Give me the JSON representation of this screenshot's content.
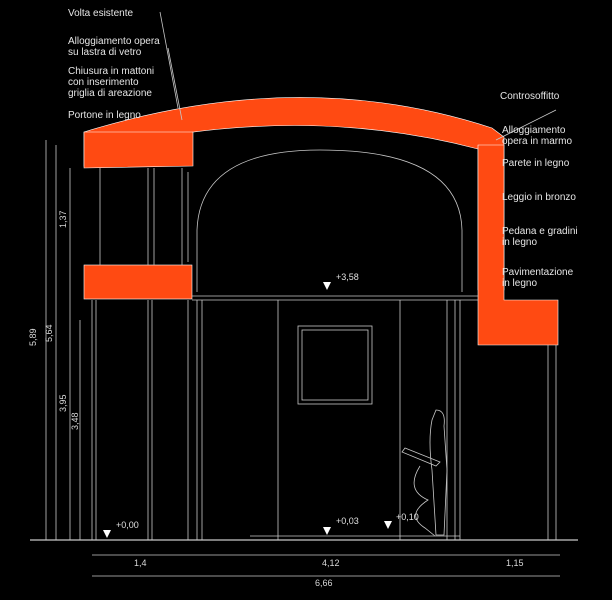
{
  "colors": {
    "background": "#000000",
    "section_fill": "#ff4a12",
    "lines": "#c8c8c8",
    "text": "#e6e6e6"
  },
  "labels_left": {
    "volta": "Volta esistente",
    "alloggiamento_vetro": "Alloggiamento opera su lastra di vetro",
    "chiusura": "Chiusura in mattoni con inserimento griglia di areazione",
    "portone": "Portone in legno"
  },
  "labels_right": {
    "controsoffitto": "Controsoffitto",
    "alloggiamento_marmo": "Alloggiamento opera in marmo",
    "parete": "Parete in legno",
    "leggio": "Leggio in bronzo",
    "pedana": "Pedana e gradini in legno",
    "pavimentazione": "Pavimentazione in legno"
  },
  "vertical_dims": {
    "d589": "5,89",
    "d564": "5,64",
    "d137": "1,37",
    "d395": "3,95",
    "d348": "3,48"
  },
  "horizontal_dims": {
    "d14": "1,4",
    "d412": "4,12",
    "d115": "1,15",
    "d666": "6,66"
  },
  "levels": {
    "l358": "+3,58",
    "l000": "+0,00",
    "l003": "+0,03",
    "l010": "+0,10"
  }
}
